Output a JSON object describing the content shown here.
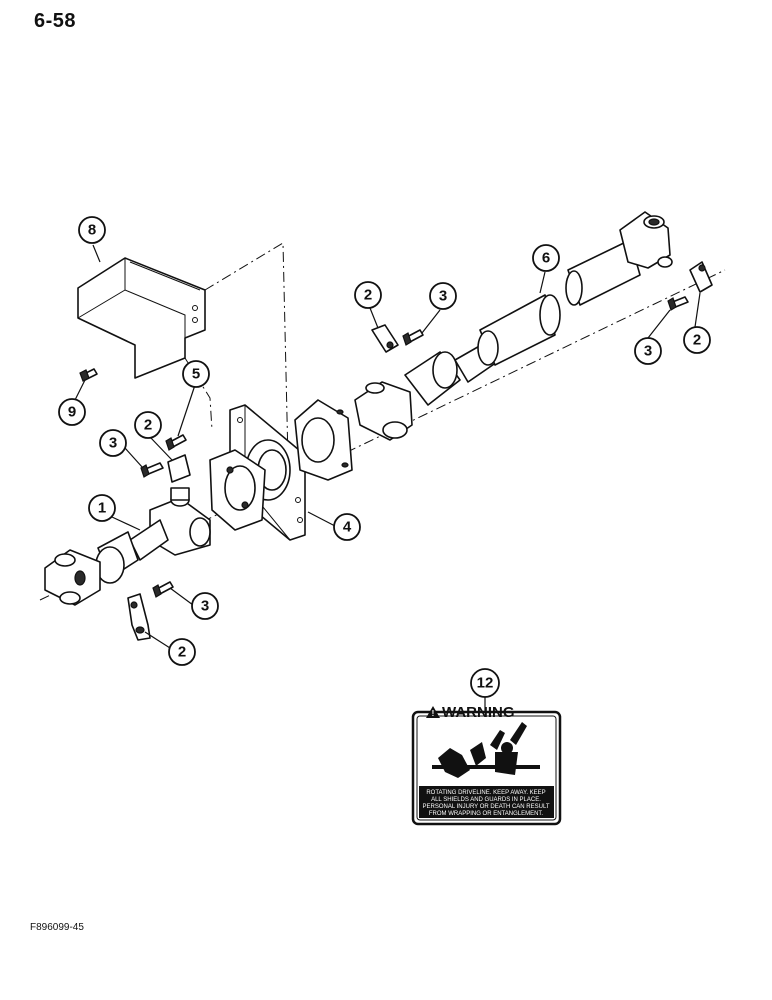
{
  "page_number": "6-58",
  "figure_code": "F896099-45",
  "callouts": [
    "1",
    "2",
    "2",
    "2",
    "2",
    "3",
    "3",
    "3",
    "3",
    "4",
    "5",
    "6",
    "8",
    "9",
    "12"
  ],
  "decal": {
    "title": "WARNING",
    "text_lines": [
      "ROTATING DRIVELINE. KEEP AWAY. KEEP",
      "ALL SHIELDS AND GUARDS IN PLACE.",
      "PERSONAL INJURY OR DEATH CAN RESULT",
      "FROM WRAPPING OR ENTANGLEMENT."
    ]
  }
}
